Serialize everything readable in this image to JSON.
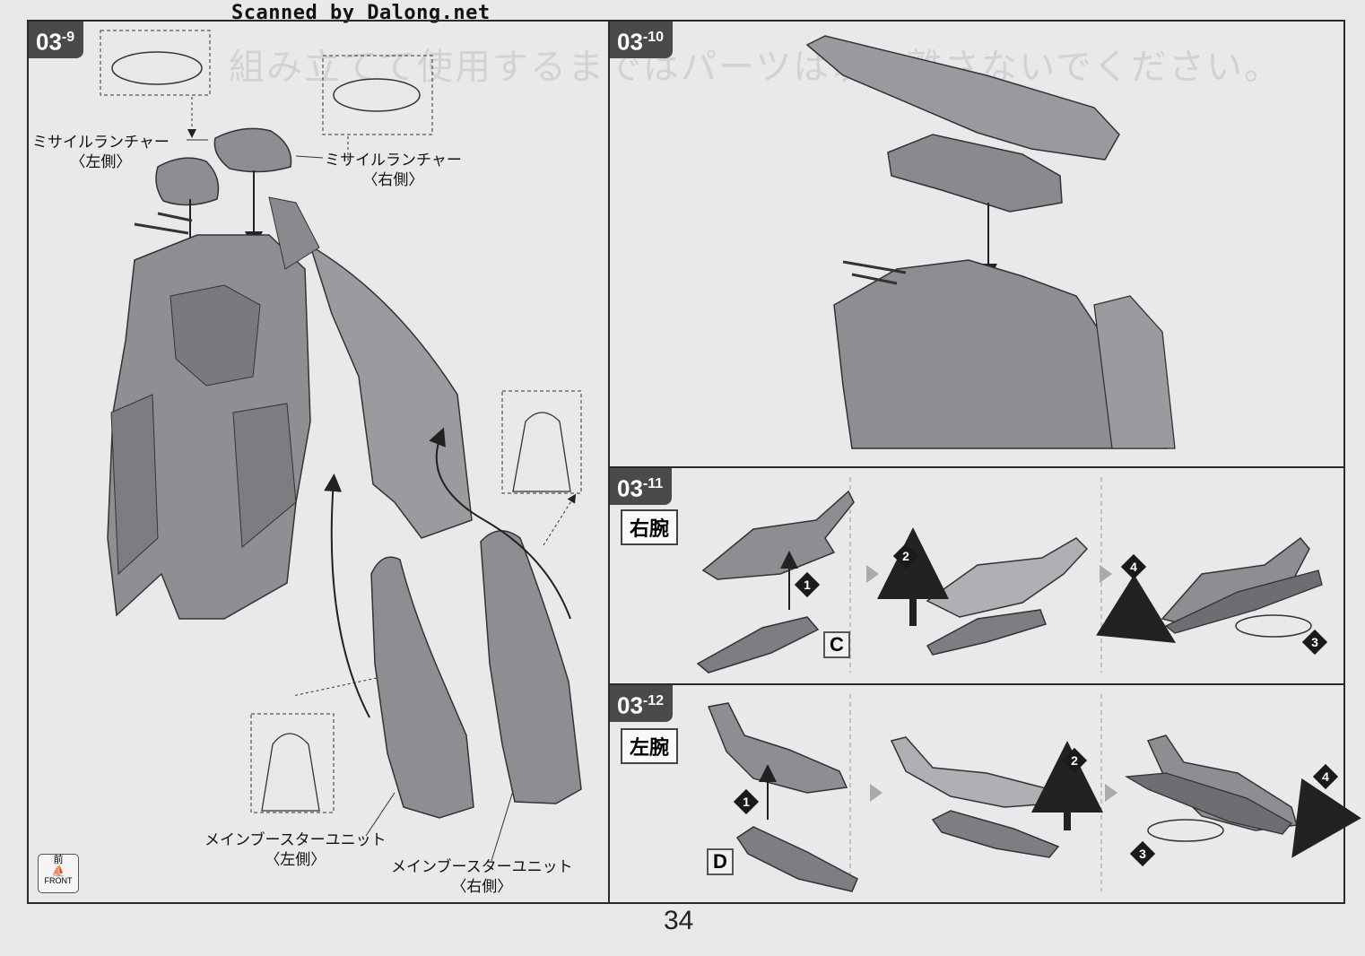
{
  "scan_credit": "Scanned by Dalong.net",
  "watermark_text": "組み立てて使用するまではパーツは切り離さないでください。",
  "page_number": "34",
  "front_badge": {
    "kanji": "前",
    "label": "FRONT"
  },
  "steps": {
    "s09": {
      "prefix": "03",
      "suffix": "-9",
      "labels": {
        "missile_left_line1": "ミサイルランチャー",
        "missile_left_line2": "〈左側〉",
        "missile_right_line1": "ミサイルランチャー",
        "missile_right_line2": "〈右側〉",
        "booster_left_line1": "メインブースターユニット",
        "booster_left_line2": "〈左側〉",
        "booster_right_line1": "メインブースターユニット",
        "booster_right_line2": "〈右側〉"
      }
    },
    "s10": {
      "prefix": "03",
      "suffix": "-10"
    },
    "s11": {
      "prefix": "03",
      "suffix": "-11",
      "arm_label": "右腕",
      "part_letter": "C",
      "nums": [
        "1",
        "2",
        "3",
        "4"
      ]
    },
    "s12": {
      "prefix": "03",
      "suffix": "-12",
      "arm_label": "左腕",
      "part_letter": "D",
      "nums": [
        "1",
        "2",
        "3",
        "4"
      ]
    }
  },
  "colors": {
    "panel_border": "#2a2a2a",
    "tag_bg": "#4a4a4c",
    "part_fill": "#9a9a9e",
    "part_dark": "#6e6e72"
  }
}
